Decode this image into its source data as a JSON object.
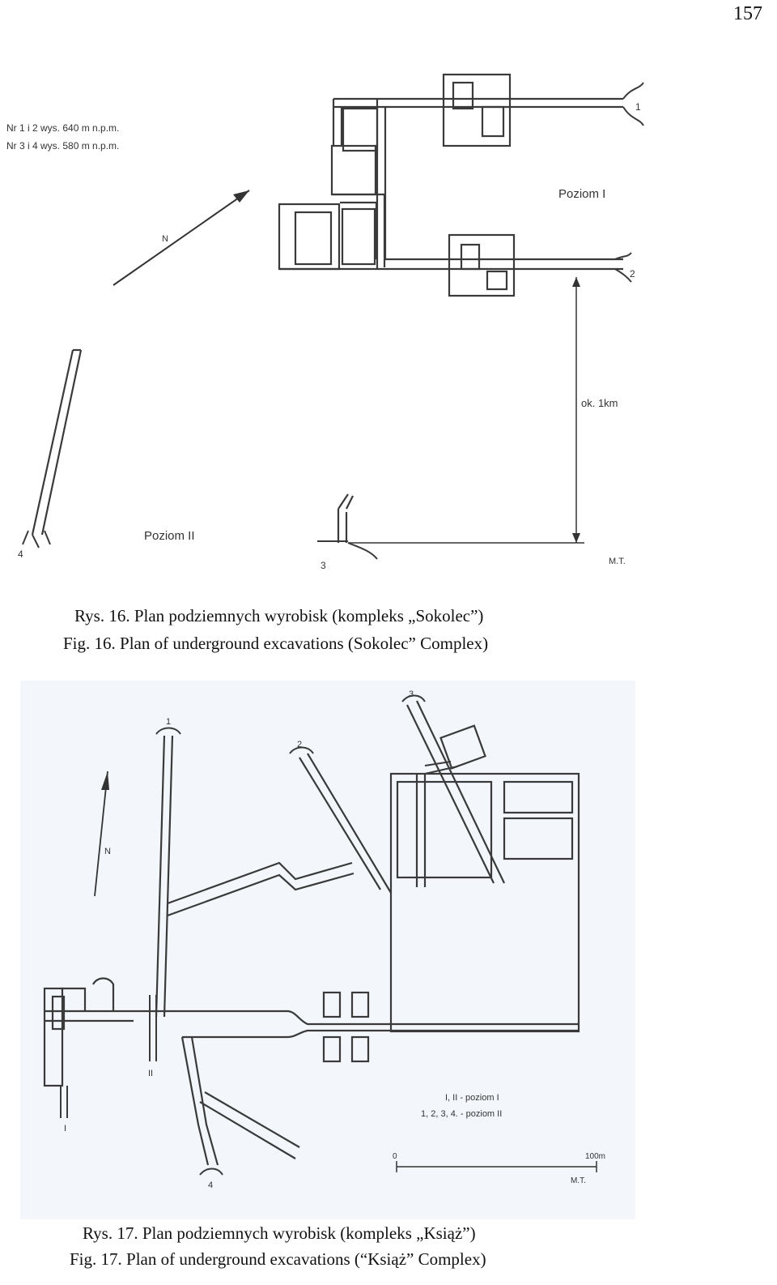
{
  "page_number": "157",
  "figure1": {
    "legend_line1": "Nr 1 i 2 wys. 640 m n.p.m.",
    "legend_line2": "Nr 3 i 4 wys. 580 m n.p.m.",
    "north_label": "N",
    "level1_label": "Poziom I",
    "level2_label": "Poziom II",
    "distance_label": "ok. 1km",
    "entrance_labels": [
      "1",
      "2",
      "3",
      "4"
    ],
    "credit": "M.T."
  },
  "caption1": {
    "polish": "Rys. 16. Plan podziemnych wyrobisk (kompleks „Sokolec”)",
    "english": "Fig. 16. Plan of underground excavations (Sokolec” Complex)"
  },
  "figure2": {
    "north_label": "N",
    "legend_line1": "I, II - poziom I",
    "legend_line2": "1, 2, 3, 4. - poziom II",
    "scale_start": "0",
    "scale_end": "100m",
    "entrance_labels": [
      "1",
      "2",
      "3",
      "4",
      "I",
      "II"
    ],
    "credit": "M.T."
  },
  "caption2": {
    "polish": "Rys. 17. Plan podziemnych wyrobisk (kompleks „Książ”)",
    "english": "Fig. 17. Plan of underground excavations (“Książ” Complex)"
  }
}
